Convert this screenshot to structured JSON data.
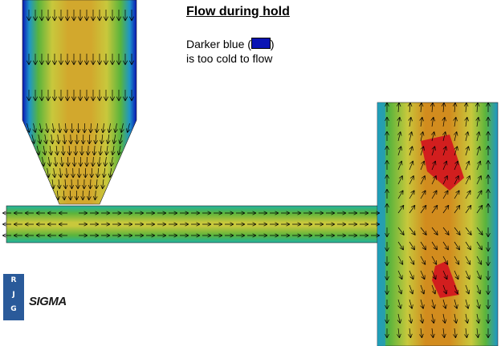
{
  "title": "Flow during hold",
  "legend": {
    "line1_before": "Darker blue (",
    "line1_after": ")",
    "line2": "is too cold to flow",
    "swatch_color": "#0a14b4"
  },
  "logos": {
    "rjg": "RJG",
    "sigma": "SIGMA"
  },
  "colors": {
    "cold": "#0a14b4",
    "cool": "#1e96c8",
    "mid": "#22b4a0",
    "warm": "#5ab43c",
    "yellow": "#c8c83c",
    "hot_yellow": "#d2b42d",
    "orange": "#d28c1e",
    "red": "#d21e1e"
  }
}
